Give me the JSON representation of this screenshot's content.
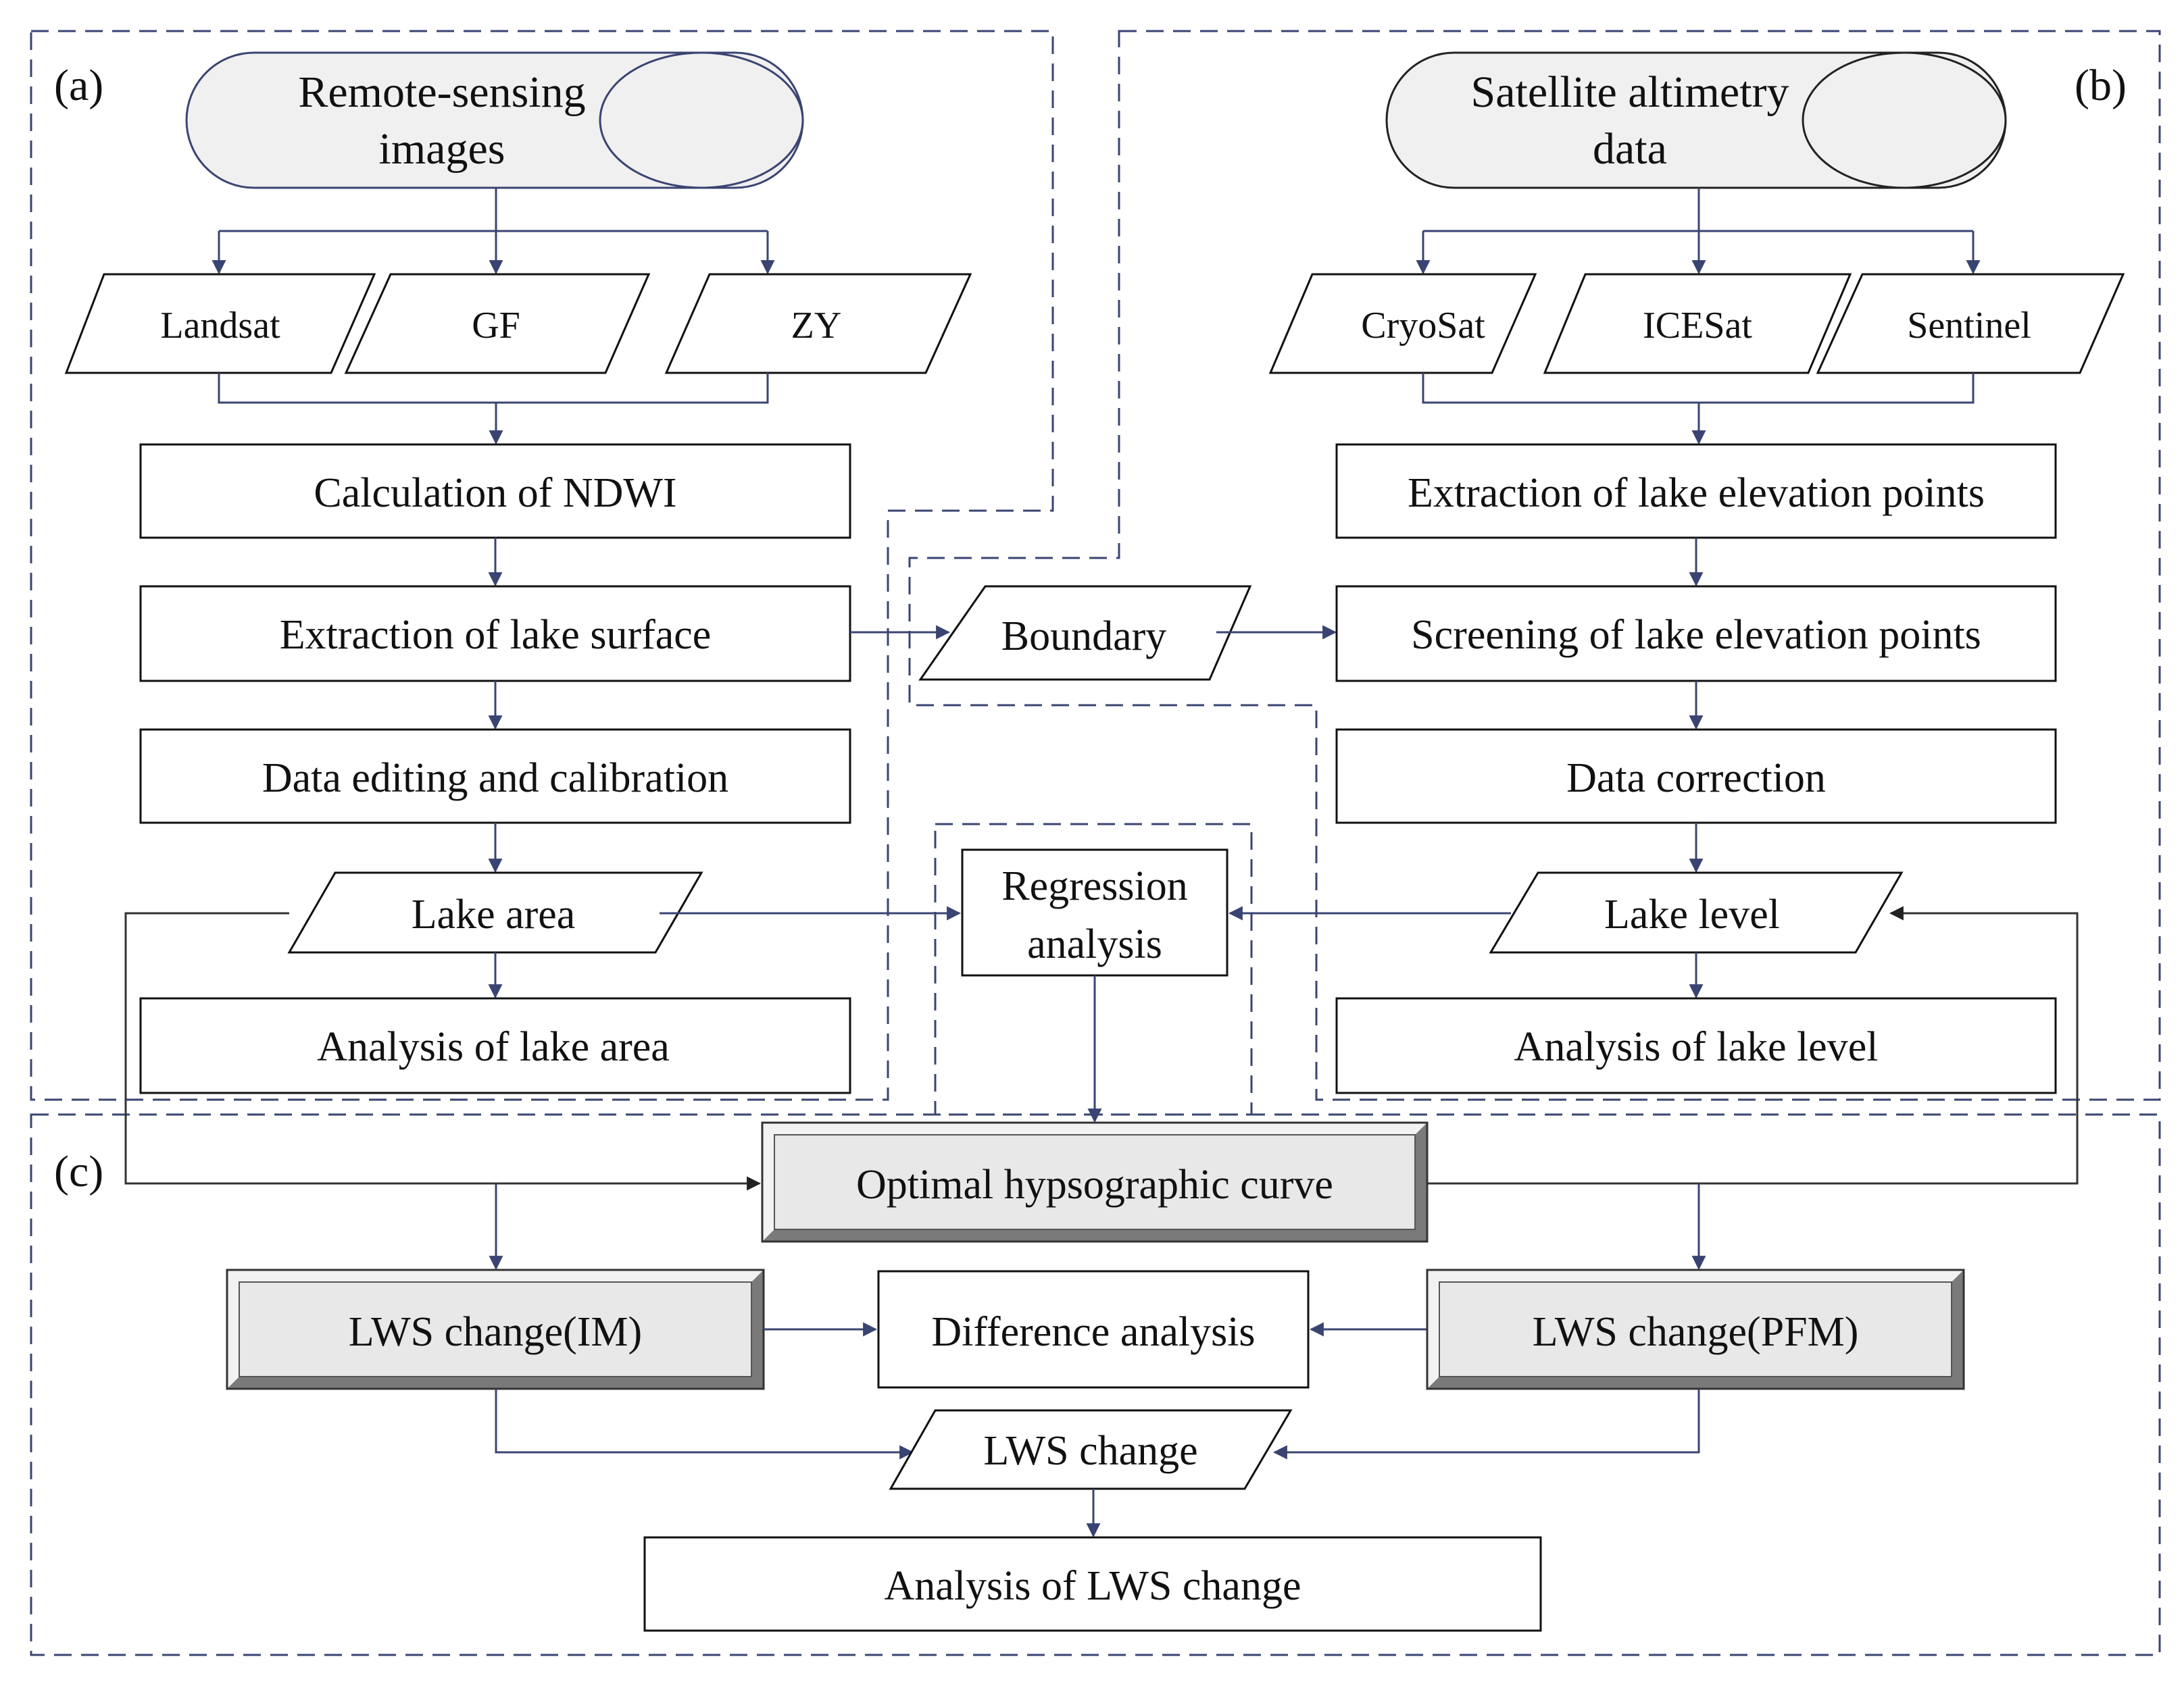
{
  "panels": {
    "a": "(a)",
    "b": "(b)",
    "c": "(c)"
  },
  "sources": {
    "remote_sensing_line1": "Remote-sensing",
    "remote_sensing_line2": "images",
    "altimetry_line1": "Satellite altimetry",
    "altimetry_line2": "data"
  },
  "remote_inputs": [
    "Landsat",
    "GF",
    "ZY"
  ],
  "altimetry_inputs": [
    "CryoSat",
    "ICESat",
    "Sentinel"
  ],
  "left_steps": {
    "ndwi": "Calculation of NDWI",
    "surface": "Extraction of lake surface",
    "editing": "Data editing and calibration",
    "area": "Lake area",
    "area_analysis": "Analysis  of lake area"
  },
  "right_steps": {
    "extraction": "Extraction of lake elevation points",
    "screening": "Screening  of lake elevation points",
    "correction": "Data correction",
    "level": "Lake  level",
    "level_analysis": "Analysis  of lake level"
  },
  "center": {
    "boundary": "Boundary",
    "regression_line1": "Regression",
    "regression_line2": "analysis",
    "hypsographic": "Optimal  hypsographic  curve",
    "lws_im": "LWS  change(IM)",
    "difference": "Difference  analysis",
    "lws_pfm": "LWS  change(PFM)",
    "lws_change": "LWS  change",
    "lws_analysis": "Analysis  of LWS  change"
  },
  "colors": {
    "frame_dash": "#3a4472",
    "arrow": "#3a4472",
    "source_fill": "#f0f0f0",
    "bevel_light": "#f2f2f2",
    "bevel_dark": "#7a7a7a",
    "bevel_face": "#e8e8e8"
  }
}
